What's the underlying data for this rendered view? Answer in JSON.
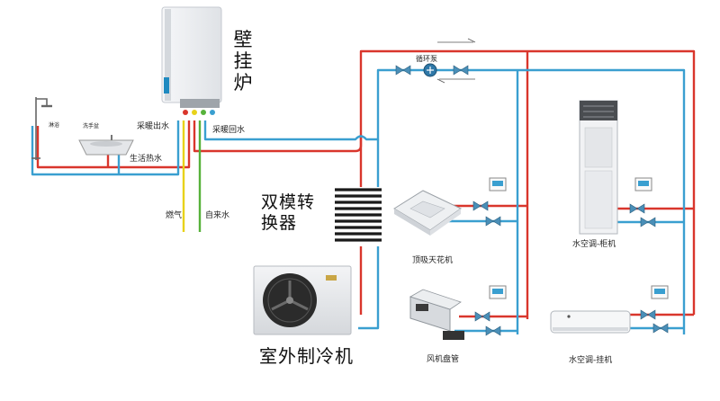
{
  "title": {
    "boiler": "壁挂炉",
    "converter": "双模转换器",
    "outdoor_unit": "室外制冷机"
  },
  "labels": {
    "shower": "淋浴",
    "basin": "洗手盆",
    "domestic_hot_water": "生活热水",
    "heating_supply": "采暖出水",
    "heating_return": "采暖回水",
    "gas": "燃气",
    "tap_water": "自来水",
    "circulation_pump": "循环泵",
    "ceiling_cassette": "顶吸天花机",
    "fan_coil": "风机盘管",
    "floor_cabinet": "水空调-柜机",
    "wall_unit": "水空调-挂机"
  },
  "colors": {
    "hot_pipe": "#d9362c",
    "cold_pipe": "#3a9fd0",
    "gas_pipe": "#e8d21a",
    "water_pipe": "#57b23b",
    "device_gray": "#e7e9ec",
    "device_dark": "#2b2b2b"
  },
  "icons": [
    "wall-boiler-icon",
    "shower-icon",
    "basin-icon",
    "converter-icon",
    "outdoor-unit-icon",
    "cassette-ac-icon",
    "fan-coil-icon",
    "floor-ac-icon",
    "wall-ac-icon",
    "thermostat-icon",
    "valve-icon",
    "pump-icon",
    "flow-arrow-icon"
  ]
}
